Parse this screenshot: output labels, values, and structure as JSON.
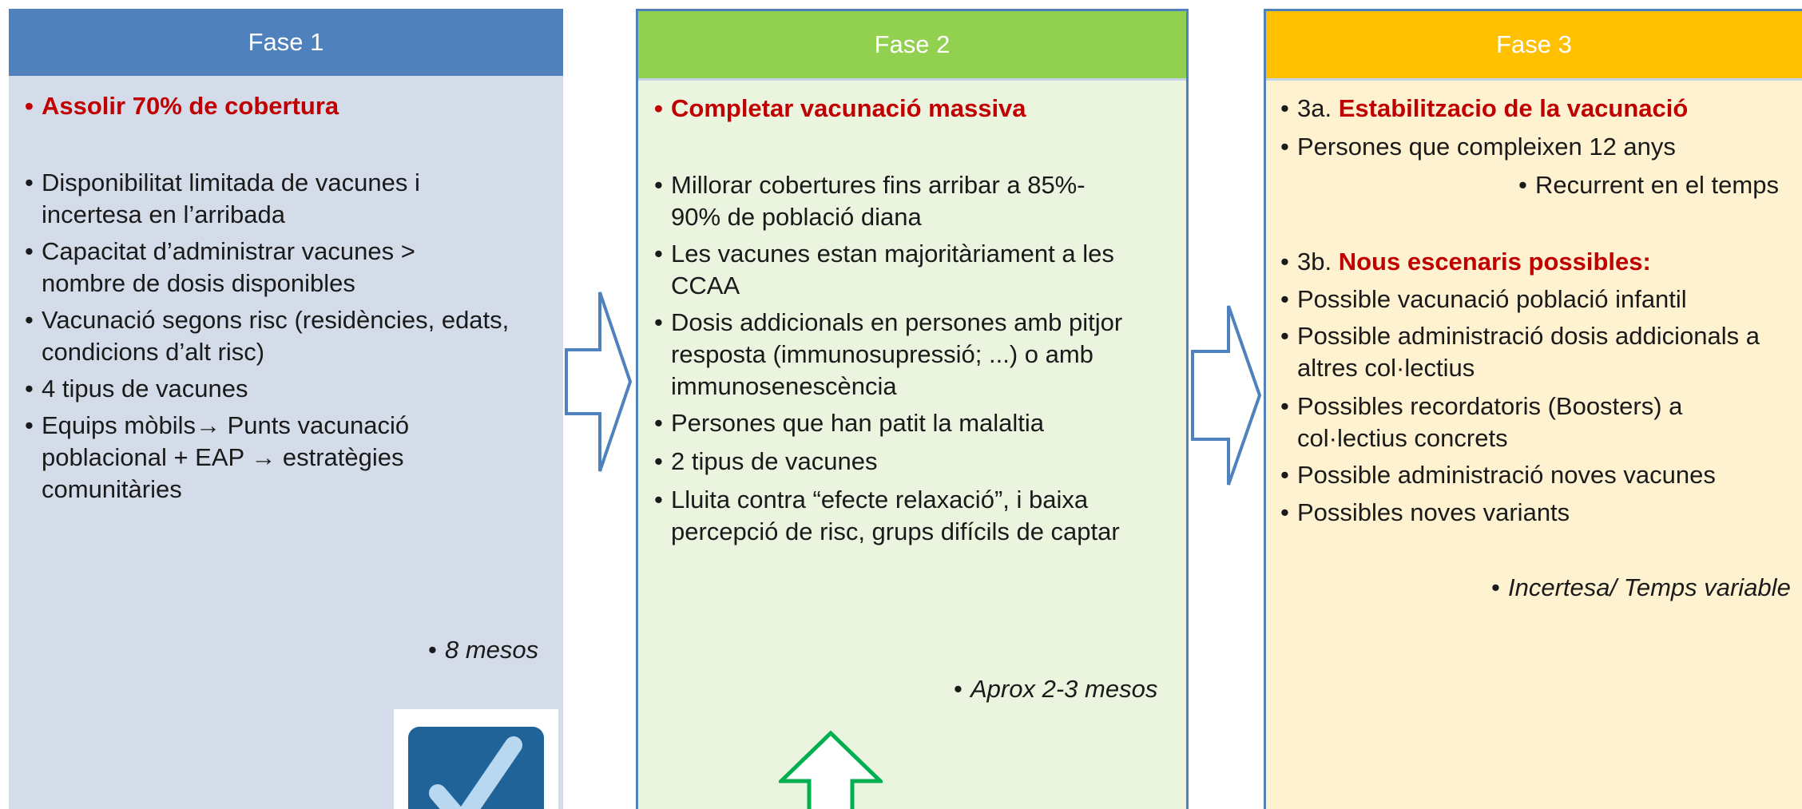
{
  "phases": [
    {
      "title": "Fase 1",
      "goal": "Assolir 70% de cobertura",
      "items": [
        [
          "Disponibilitat limitada de vacunes i",
          "incertesa en l’arribada"
        ],
        [
          "Capacitat d’administrar vacunes >",
          "nombre de dosis disponibles"
        ],
        [
          "Vacunació segons risc (residències, edats,",
          "condicions d’alt risc)"
        ],
        [
          "4 tipus de vacunes"
        ],
        [
          "Equips mòbils",
          "poblacional + EAP ",
          "estratègies",
          "comunitàries"
        ]
      ],
      "equips_line1_a": "Equips mòbils",
      "equips_line1_b": " Punts vacunació",
      "equips_line2_a": "poblacional + EAP ",
      "equips_line2_b": " estratègies",
      "equips_line3": "comunitàries",
      "duration": "8 mesos"
    },
    {
      "title": "Fase 2",
      "goal": "Completar vacunació massiva",
      "items": [
        [
          "Millorar cobertures fins arribar a 85%-",
          "90% de població diana"
        ],
        [
          "Les vacunes estan majoritàriament a les",
          "CCAA"
        ],
        [
          "Dosis addicionals en persones amb pitjor",
          "resposta (immunosupressió; ...) o amb",
          "immunosenescència"
        ],
        [
          "Persones que han patit la malaltia"
        ],
        [
          "2 tipus de vacunes"
        ],
        [
          "Lluita contra “efecte relaxació”, i baixa",
          "percepció de risc,  grups difícils de captar"
        ]
      ],
      "duration": "Aprox 2-3 mesos"
    },
    {
      "title": "Fase 3",
      "sub_a_prefix": "3a. ",
      "sub_a_goal": "Estabilitzacio de la vacunació",
      "sub_a_item": "Persones que compleixen 12 anys",
      "sub_a_note": "Recurrent en el temps",
      "sub_b_prefix": "3b. ",
      "sub_b_goal": "Nous escenaris possibles:",
      "items": [
        [
          "Possible vacunació població infantil"
        ],
        [
          "Possible administració dosis addicionals a",
          "altres col·lectius"
        ],
        [
          "Possibles recordatoris (Boosters) a",
          "col·lectius concrets"
        ],
        [
          "Possible administració noves vacunes"
        ],
        [
          "Possibles noves variants"
        ]
      ],
      "duration": "Incertesa/ Temps variable"
    }
  ],
  "bullet": "•",
  "arrow_glyph": "→",
  "colors": {
    "phase1_header": "#4f81bd",
    "phase1_body": "#d4dcea",
    "phase2_header": "#92d050",
    "phase2_body": "#ebf4df",
    "phase3_header": "#ffc000",
    "phase3_body": "#fff2d0",
    "emphasis": "#c00000",
    "arrow_blue": "#4f81bd",
    "arrow_green": "#00b050",
    "check_tile": "#1f6399"
  },
  "icons": [
    "right-arrow-icon",
    "up-arrow-icon",
    "checkmark-icon"
  ]
}
